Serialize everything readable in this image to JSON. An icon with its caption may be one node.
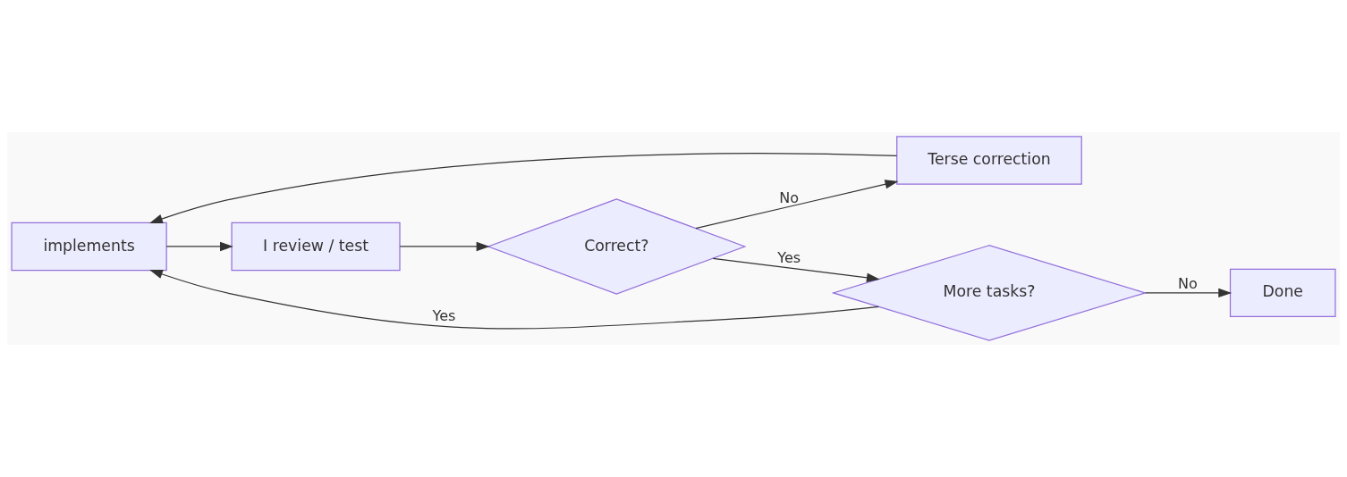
{
  "diagram": {
    "nodes": [
      {
        "text": [
          "implements"
        ]
      },
      {
        "text": [
          "I review / test"
        ]
      },
      {
        "text": [
          "Correct?"
        ]
      },
      {
        "text": [
          "Terse correction"
        ]
      },
      {
        "text": [
          "More tasks?"
        ]
      },
      {
        "text": [
          "Done"
        ]
      }
    ],
    "edges": [
      {
        "from": 0,
        "to": 1,
        "arrow": "to"
      },
      {
        "from": 1,
        "to": 2,
        "arrow": "to"
      },
      {
        "from": 2,
        "to": 3,
        "arrow": "to",
        "label": "No"
      },
      {
        "from": 3,
        "to": 0,
        "arrow": "to"
      },
      {
        "from": 2,
        "to": 4,
        "arrow": "to",
        "label": "Yes"
      },
      {
        "from": 4,
        "to": 0,
        "arrow": "to",
        "label": "Yes"
      },
      {
        "from": 4,
        "to": 5,
        "arrow": "to",
        "label": "No"
      }
    ]
  }
}
